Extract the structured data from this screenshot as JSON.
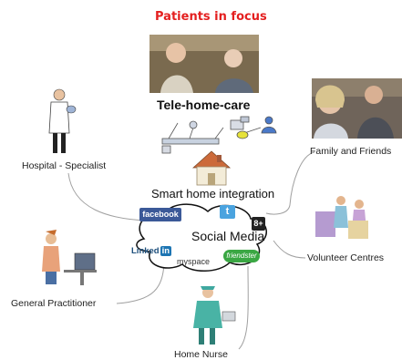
{
  "title": "Patients in focus",
  "center": {
    "tele_home_care": "Tele-home-care",
    "smart_home": "Smart home integration",
    "social_media": "Social Media"
  },
  "nodes": {
    "hospital": "Hospital - Specialist",
    "family": "Family and Friends",
    "volunteer": "Volunteer Centres",
    "gp": "General Practitioner",
    "nurse": "Home Nurse"
  },
  "logos": {
    "facebook": "facebook",
    "twitter": "t",
    "googleplus": "8+",
    "linkedin_text": "Linked",
    "linkedin_in": "in",
    "myspace": "myspace",
    "friendster": "friendster"
  },
  "colors": {
    "title": "#e41f1f",
    "facebook": "#3b5998",
    "linkedin": "#1d75b3",
    "friendster": "#3aa743",
    "connector": "#9a9a9a"
  }
}
